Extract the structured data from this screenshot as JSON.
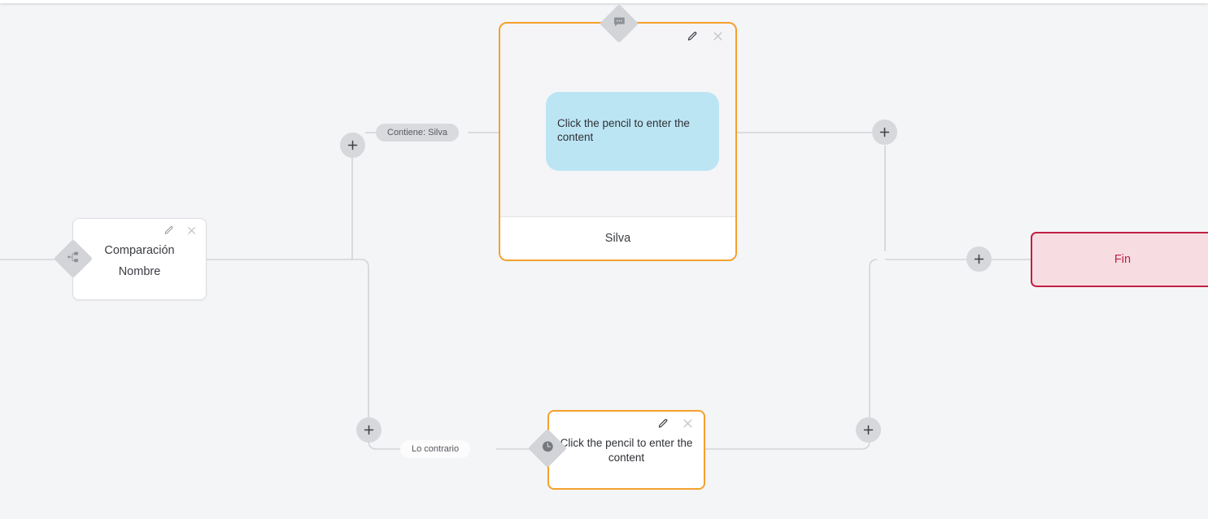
{
  "canvas": {
    "background_color": "#f4f5f7",
    "edge_color": "#d3d4d8"
  },
  "nodes": {
    "comparacion": {
      "title": "Comparación",
      "subtitle": "Nombre",
      "badge_icon": "branch-condition-icon",
      "edit_icon": "pencil-icon",
      "close_icon": "close-icon",
      "border_color": "#dcdde1",
      "background_color": "#ffffff"
    },
    "message": {
      "bubble_text": "Click the pencil to enter the content",
      "footer_label": "Silva",
      "badge_icon": "message-bubble-icon",
      "edit_icon": "pencil-icon",
      "close_icon": "close-icon",
      "border_color": "#f5a02d",
      "bubble_color": "#bce5f4",
      "background_color": "#f5f5f7"
    },
    "timer": {
      "text": "Click the pencil to enter the content",
      "badge_icon": "clock-icon",
      "edit_icon": "pencil-icon",
      "close_icon": "close-icon",
      "border_color": "#f5a02d",
      "background_color": "#ffffff"
    },
    "fin": {
      "label": "Fin",
      "border_color": "#c02044",
      "background_color": "#f7dde2",
      "text_color": "#c02044"
    }
  },
  "edge_labels": {
    "contiene": "Contiene: Silva",
    "contrario": "Lo contrario"
  },
  "add_buttons": {
    "icon": "plus-icon",
    "top_left": "+",
    "bottom_left": "+",
    "top_right": "+",
    "bottom_right": "+",
    "fin": "+"
  }
}
